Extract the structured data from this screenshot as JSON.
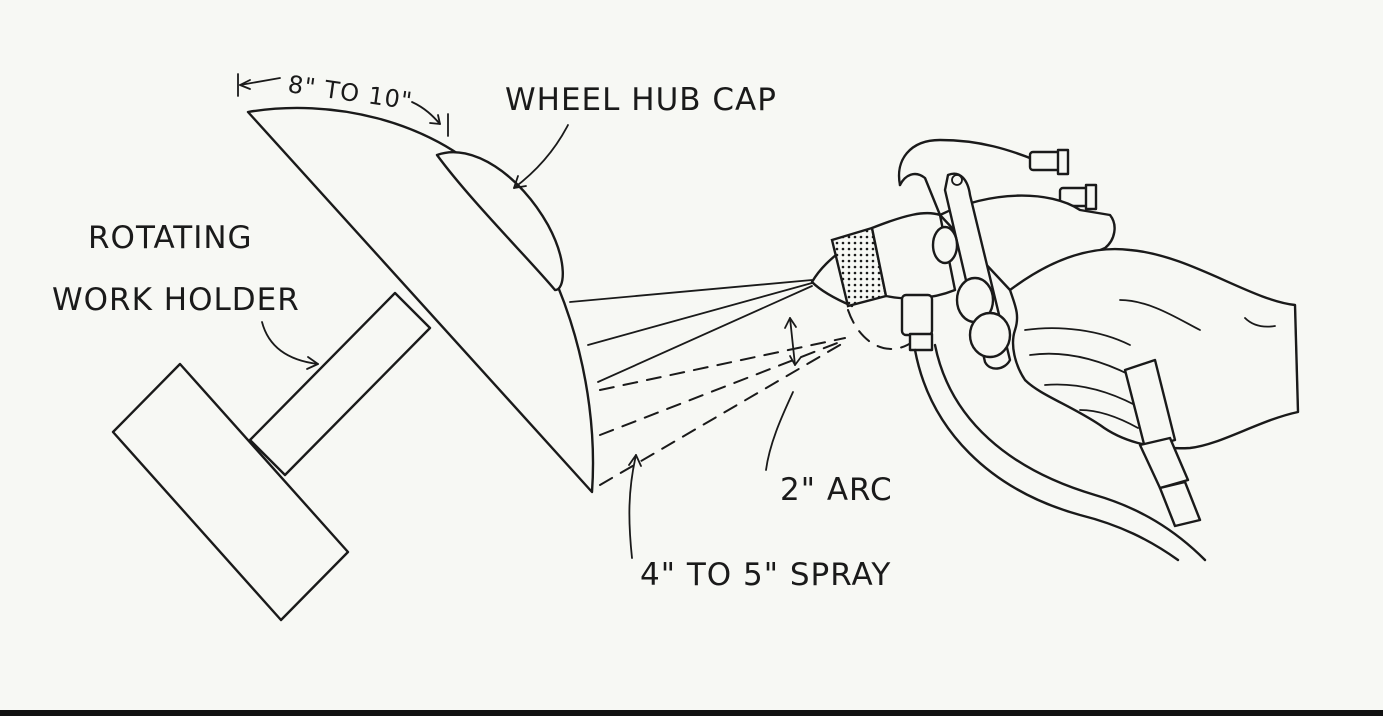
{
  "labels": {
    "dimension": "8\" TO 10\"",
    "hub_cap": "WHEEL HUB CAP",
    "holder_line1": "ROTATING",
    "holder_line2": "WORK HOLDER",
    "arc": "2\" ARC",
    "spray": "4\" TO 5\" SPRAY"
  },
  "colors": {
    "paper": "#f7f8f4",
    "ink": "#1a1a1a",
    "border": "#111111"
  }
}
